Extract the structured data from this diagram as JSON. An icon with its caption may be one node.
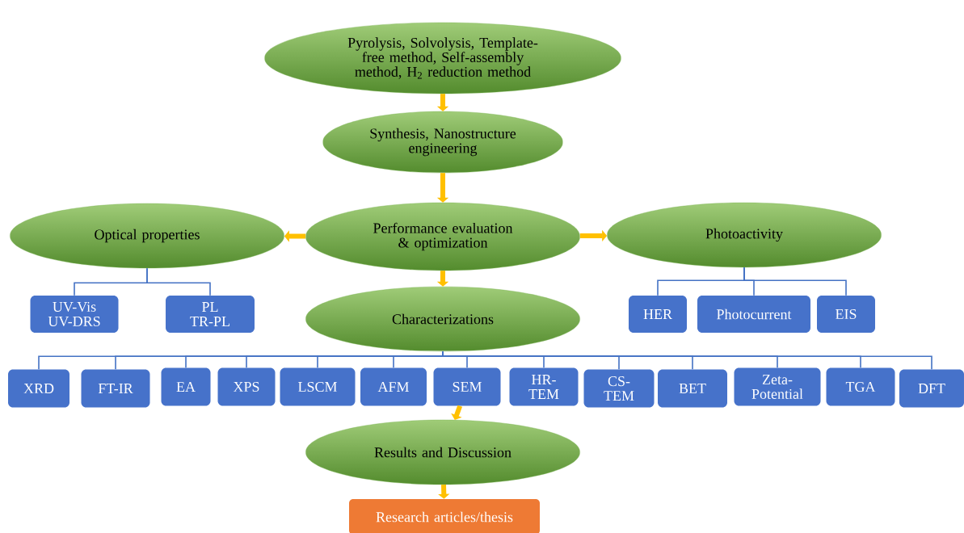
{
  "diagram": {
    "nodes": [
      {
        "text": [
          "Pyrolysis, Solvolysis, Template-free method, Self-assembly method, H$_{2}$ reduction method"
        ]
      },
      {
        "text": [
          "Synthesis, Nanostructure engineering"
        ]
      },
      {
        "text": [
          "Optical properties"
        ]
      },
      {
        "text": [
          "Performance evaluation & optimization"
        ]
      },
      {
        "text": [
          "Photoactivity"
        ]
      },
      {
        "text": [
          "UV-Vis",
          "UV-DRS"
        ]
      },
      {
        "text": [
          "PL",
          "TR-PL"
        ]
      },
      {
        "text": [
          "Characterizations"
        ]
      },
      {
        "text": [
          "HER"
        ]
      },
      {
        "text": [
          "Photocurrent"
        ]
      },
      {
        "text": [
          "EIS"
        ]
      },
      {
        "text": [
          "XRD"
        ]
      },
      {
        "text": [
          "FT-IR"
        ]
      },
      {
        "text": [
          "EA"
        ]
      },
      {
        "text": [
          "XPS"
        ]
      },
      {
        "text": [
          "LSCM"
        ]
      },
      {
        "text": [
          "AFM"
        ]
      },
      {
        "text": [
          "SEM"
        ]
      },
      {
        "text": [
          "HR-TEM"
        ]
      },
      {
        "text": [
          "CS-TEM"
        ]
      },
      {
        "text": [
          "BET"
        ]
      },
      {
        "text": [
          "Zeta-Potential"
        ]
      },
      {
        "text": [
          "TGA"
        ]
      },
      {
        "text": [
          "DFT"
        ]
      },
      {
        "text": [
          "Results and Discussion"
        ]
      },
      {
        "text": [
          "Research articles/thesis"
        ]
      }
    ],
    "edges": [
      {
        "from": 0,
        "to": 1,
        "arrow": "to",
        "style": "thick",
        "color": "#ffc000"
      },
      {
        "from": 1,
        "to": 3,
        "arrow": "to",
        "style": "thick",
        "color": "#ffc000"
      },
      {
        "from": 3,
        "to": 2,
        "arrow": "to",
        "style": "thick",
        "color": "#ffc000"
      },
      {
        "from": 3,
        "to": 4,
        "arrow": "to",
        "style": "thick",
        "color": "#ffc000"
      },
      {
        "from": 3,
        "to": 7,
        "arrow": "to",
        "style": "thick",
        "color": "#ffc000"
      },
      {
        "from": 2,
        "to": 5,
        "arrow": "none"
      },
      {
        "from": 2,
        "to": 6,
        "arrow": "none"
      },
      {
        "from": 4,
        "to": 8,
        "arrow": "none"
      },
      {
        "from": 4,
        "to": 9,
        "arrow": "none"
      },
      {
        "from": 4,
        "to": 10,
        "arrow": "none"
      },
      {
        "from": 7,
        "to": 11,
        "arrow": "none"
      },
      {
        "from": 7,
        "to": 12,
        "arrow": "none"
      },
      {
        "from": 7,
        "to": 13,
        "arrow": "none"
      },
      {
        "from": 7,
        "to": 14,
        "arrow": "none"
      },
      {
        "from": 7,
        "to": 15,
        "arrow": "none"
      },
      {
        "from": 7,
        "to": 16,
        "arrow": "none"
      },
      {
        "from": 7,
        "to": 17,
        "arrow": "none"
      },
      {
        "from": 7,
        "to": 18,
        "arrow": "none"
      },
      {
        "from": 7,
        "to": 19,
        "arrow": "none"
      },
      {
        "from": 7,
        "to": 20,
        "arrow": "none"
      },
      {
        "from": 7,
        "to": 21,
        "arrow": "none"
      },
      {
        "from": 7,
        "to": 22,
        "arrow": "none"
      },
      {
        "from": 7,
        "to": 23,
        "arrow": "none"
      },
      {
        "from": 17,
        "to": 24,
        "arrow": "to",
        "style": "thick",
        "color": "#ffc000"
      },
      {
        "from": 24,
        "to": 25,
        "arrow": "to",
        "style": "thick",
        "color": "#ffc000"
      }
    ]
  }
}
